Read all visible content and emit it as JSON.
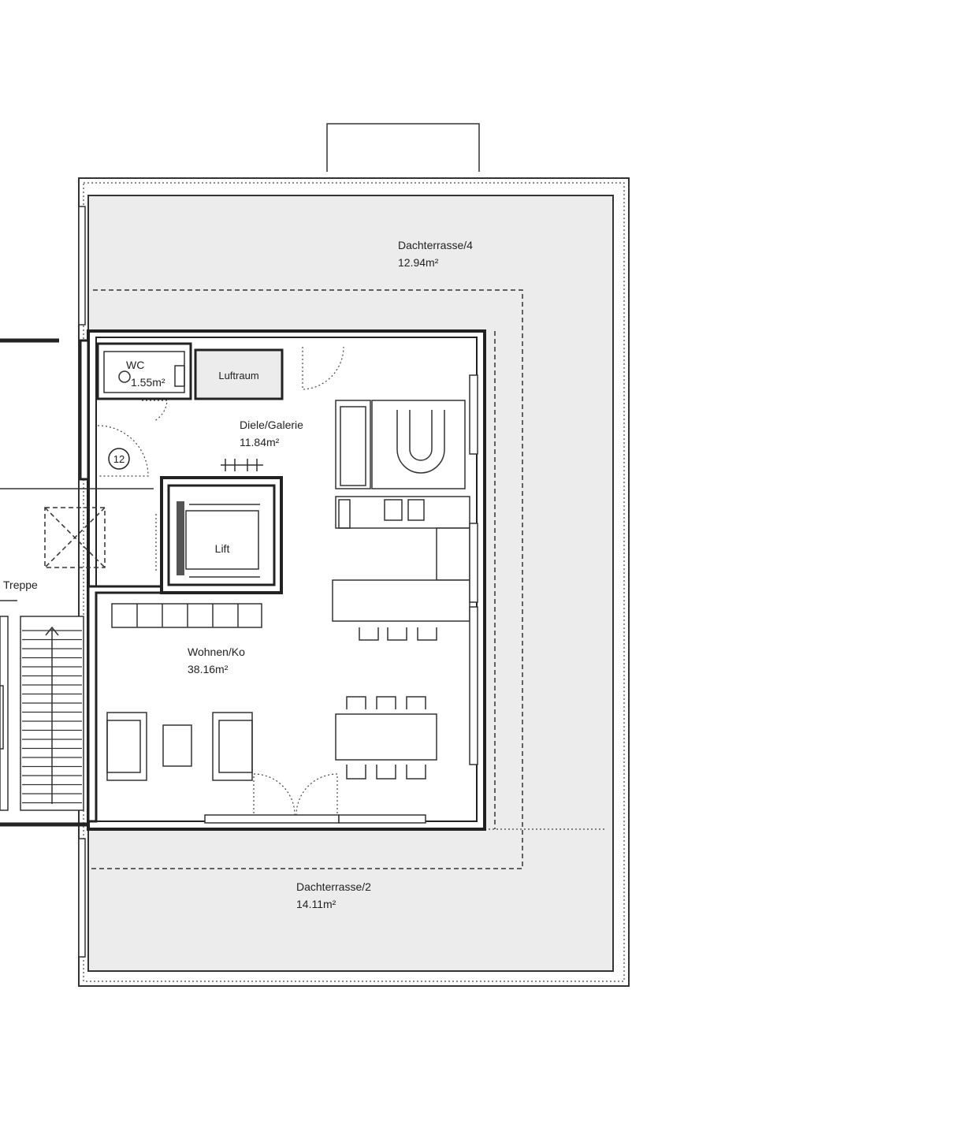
{
  "rooms": {
    "dachterrasse_4": {
      "name": "Dachterrasse/4",
      "area": "12.94m²"
    },
    "wc": {
      "name": "WC",
      "area": "1.55m²"
    },
    "luftraum": {
      "name": "Luftraum"
    },
    "diele": {
      "name": "Diele/Galerie",
      "area": "11.84m²"
    },
    "lift": {
      "name": "Lift"
    },
    "treppe": {
      "name": "Treppe"
    },
    "wohnen": {
      "name": "Wohnen/Ko",
      "area": "38.16m²"
    },
    "dachterrasse_2": {
      "name": "Dachterrasse/2",
      "area": "14.11m²"
    }
  },
  "markers": {
    "unit_number": "12"
  },
  "colors": {
    "terrace_fill": "#ececec",
    "wall": "#222222",
    "background": "#ffffff"
  }
}
